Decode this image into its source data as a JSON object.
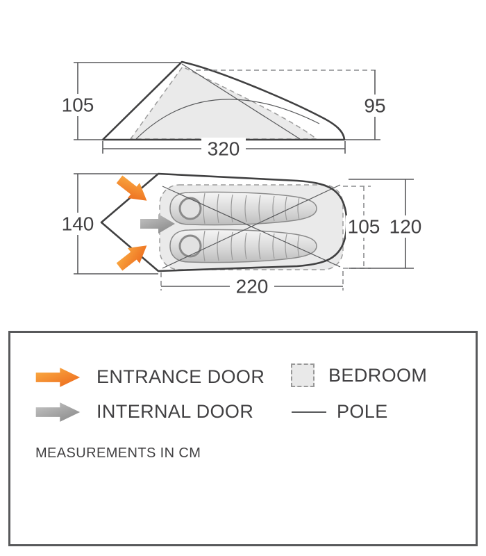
{
  "diagram": {
    "side_view": {
      "height_left": "105",
      "height_right": "95",
      "length": "320"
    },
    "floor_plan": {
      "width": "140",
      "bedroom_width": "105",
      "inner_width": "120",
      "bedroom_length": "220"
    }
  },
  "legend": {
    "entrance_door": "ENTRANCE DOOR",
    "internal_door": "INTERNAL DOOR",
    "bedroom": "BEDROOM",
    "pole": "POLE",
    "note": "MEASUREMENTS IN CM"
  },
  "colors": {
    "entrance_arrow": "#f07d24",
    "internal_arrow": "#98989a",
    "outline": "#58595b",
    "bedroom_fill": "#e9e9e9",
    "text": "#414042"
  }
}
